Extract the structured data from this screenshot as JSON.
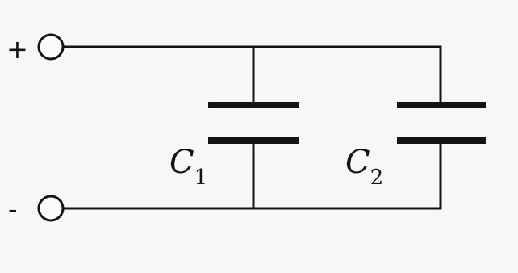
{
  "terminals": {
    "positive_sign": "+",
    "negative_sign": "-"
  },
  "capacitors": [
    {
      "symbol": "C",
      "subscript": "1"
    },
    {
      "symbol": "C",
      "subscript": "2"
    }
  ],
  "colors": {
    "ink": "#141414",
    "paper": "#f7f7f5"
  }
}
